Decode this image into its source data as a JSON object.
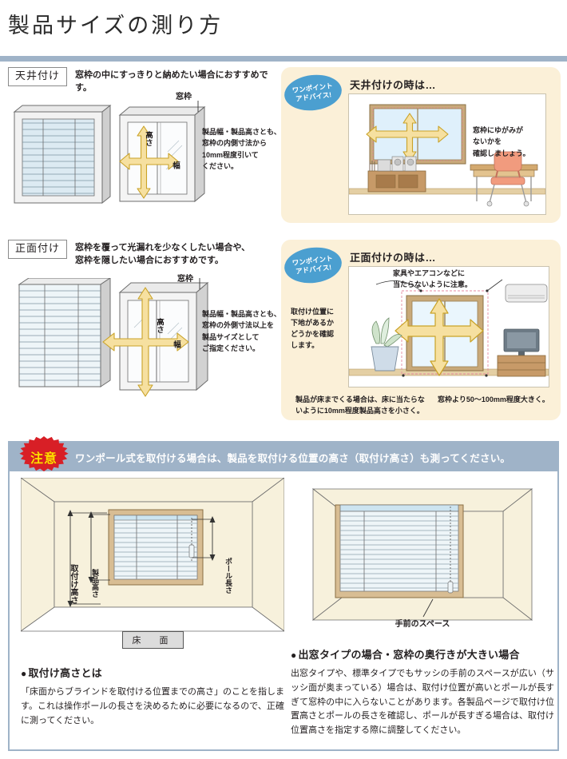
{
  "title": "製品サイズの測り方",
  "colors": {
    "rule": "#9fb3c8",
    "advice_bg": "#fbf0d8",
    "advice_badge": "#4b9fd0",
    "warn_badge": "#d81f26",
    "warn_badge_text": "#ffe000",
    "arrow_fill": "#f6e0a0",
    "arrow_stroke": "#c9a227",
    "frame_wood": "#c8a97a",
    "wall": "#f7f1dc"
  },
  "sections": [
    {
      "id": "ceiling",
      "badge": "天井付け",
      "description": "窓枠の中にすっきりと納めたい場合におすすめです。",
      "diagram": {
        "frame_label": "窓枠",
        "height_label": "高さ",
        "width_label": "幅",
        "note": "製品幅・製品高さとも、窓枠の内側寸法から10mm程度引いてください。",
        "note_lines": [
          "製品幅・製品高さとも、",
          "窓枠の内側寸法から",
          "10mm程度引いて",
          "ください。"
        ]
      },
      "advice": {
        "badge_line1": "ワンポイント",
        "badge_line2": "アドバイス!",
        "title": "天井付けの時は…",
        "note_lines": [
          "窓枠にゆがみが",
          "ないかを",
          "確認しましょう。"
        ]
      }
    },
    {
      "id": "front",
      "badge": "正面付け",
      "description_lines": [
        "窓枠を覆って光漏れを少なくしたい場合や、",
        "窓枠を隠したい場合におすすめです。"
      ],
      "diagram": {
        "frame_label": "窓枠",
        "height_label": "高さ",
        "width_label": "幅",
        "note_lines": [
          "製品幅・製品高さとも、",
          "窓枠の外側寸法以上を",
          "製品サイズとして",
          "ご指定ください。"
        ]
      },
      "advice": {
        "badge_line1": "ワンポイント",
        "badge_line2": "アドバイス!",
        "title": "正面付けの時は…",
        "note_top_lines": [
          "家具やエアコンなどに",
          "当たらないように注意。"
        ],
        "note_left_lines": [
          "取付け位置に",
          "下地があるか",
          "どうかを確認",
          "します。"
        ],
        "note_bottom_left_lines": [
          "製品が床までくる場合は、床に当たらな",
          "いように10mm程度製品高さを小さく。"
        ],
        "note_bottom_right": "窓枠より50〜100mm程度大きく。"
      }
    }
  ],
  "warning": {
    "badge": "注意",
    "text": "ワンポール式を取付ける場合は、製品を取付ける位置の高さ（取付け高さ）も測ってください。"
  },
  "bottom": {
    "left_diagram": {
      "install_height_label": "取付け高さ",
      "product_height_label": "製品高さ",
      "pole_length_label": "ポール長さ",
      "floor_label": "床　面"
    },
    "right_diagram": {
      "space_label": "手前のスペース"
    },
    "left_text": {
      "heading": "取付け高さとは",
      "body": "「床面からブラインドを取付ける位置までの高さ」のことを指します。これは操作ポールの長さを決めるために必要になるので、正確に測ってください。"
    },
    "right_text": {
      "heading": "出窓タイプの場合・窓枠の奥行きが大きい場合",
      "body": "出窓タイプや、標準タイプでもサッシの手前のスペースが広い（サッシ面が奥まっている）場合は、取付け位置が高いとポールが長すぎて窓枠の中に入らないことがあります。各製品ページで取付け位置高さとポールの長さを確認し、ポールが長すぎる場合は、取付け位置高さを指定する際に調整してください。"
    }
  }
}
